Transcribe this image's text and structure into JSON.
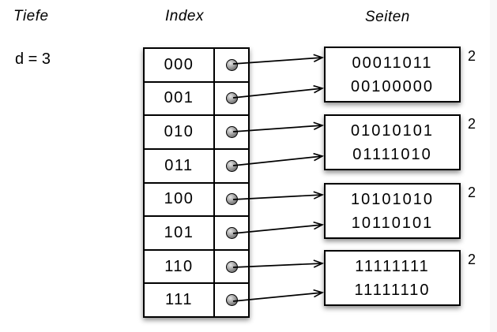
{
  "page": {
    "depth_label": "Tiefe",
    "depth_value": "d = 3",
    "index_label": "Index",
    "pages_label": "Seiten"
  },
  "index": {
    "rows": [
      {
        "label": "000"
      },
      {
        "label": "001"
      },
      {
        "label": "010"
      },
      {
        "label": "011"
      },
      {
        "label": "100"
      },
      {
        "label": "101"
      },
      {
        "label": "110"
      },
      {
        "label": "111"
      }
    ]
  },
  "pages": {
    "items": [
      {
        "entries": [
          "00011011",
          "00100000"
        ],
        "local_depth": "2"
      },
      {
        "entries": [
          "01010101",
          "01111010"
        ],
        "local_depth": "2"
      },
      {
        "entries": [
          "10101010",
          "10110101"
        ],
        "local_depth": "2"
      },
      {
        "entries": [
          "11111111",
          "11111110"
        ],
        "local_depth": "2"
      }
    ]
  },
  "colors": {
    "border": "#000000",
    "fill": "#ffffff",
    "dot_dark": "#4c4c4c",
    "dot_light": "#e6e6e6",
    "edge_band": "#f8f8f8"
  }
}
